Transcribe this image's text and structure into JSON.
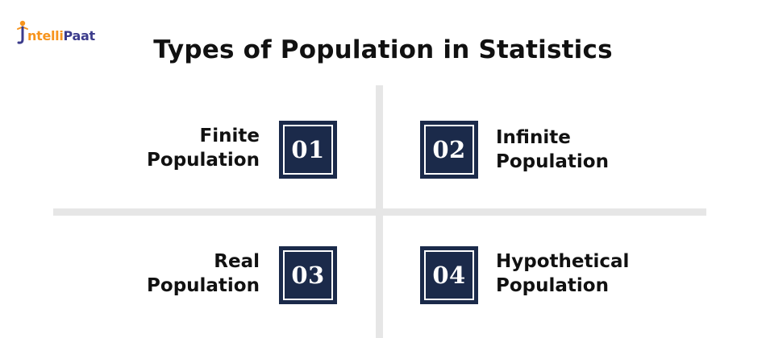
{
  "logo": {
    "text_prefix": "ntelli",
    "text_suffix": "Paat",
    "colors": {
      "orange": "#f7941d",
      "blue": "#3c3c8c"
    }
  },
  "title": "Types of Population in Statistics",
  "colors": {
    "badge_bg": "#1b2a4a",
    "badge_text": "#ffffff",
    "divider": "#e6e6e6",
    "text": "#111111"
  },
  "items": [
    {
      "number": "01",
      "line1": "Finite",
      "line2": "Population"
    },
    {
      "number": "02",
      "line1": "Infinite",
      "line2": "Population"
    },
    {
      "number": "03",
      "line1": "Real",
      "line2": "Population"
    },
    {
      "number": "04",
      "line1": "Hypothetical",
      "line2": "Population"
    }
  ]
}
